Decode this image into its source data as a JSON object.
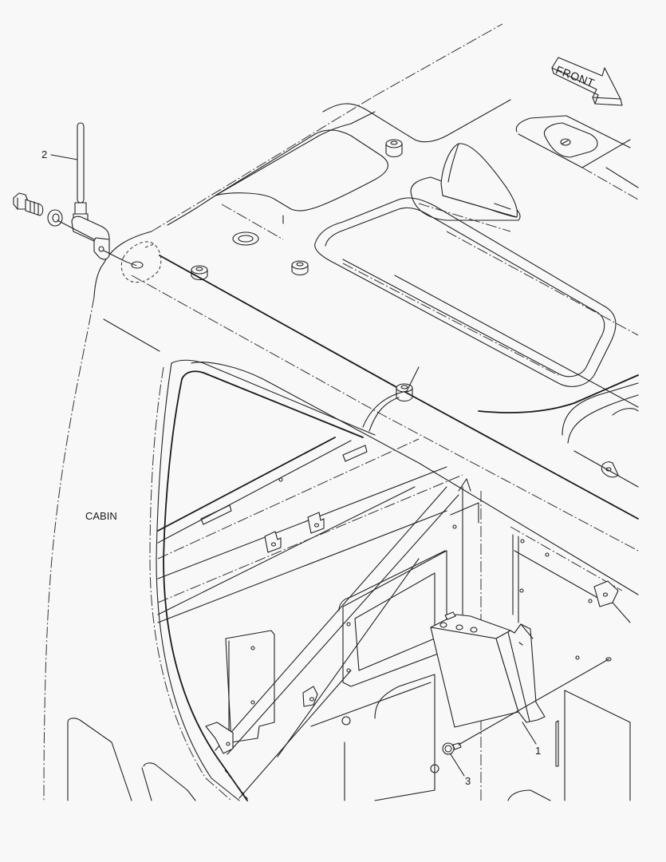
{
  "diagram": {
    "type": "exploded parts view",
    "subject": "Cabin roof - antenna and control box installation",
    "direction_indicator": {
      "label": "FRONT",
      "icon": "front-arrow-icon"
    },
    "assembly_label": "CABIN",
    "callouts": [
      {
        "number": "1",
        "part": "control box / bracket cover"
      },
      {
        "number": "2",
        "part": "antenna rod with mounting bracket"
      },
      {
        "number": "3",
        "part": "flange bolt"
      }
    ],
    "hardware_shown": [
      "hex bolt (antenna mount)",
      "washer (antenna mount)",
      "roof mounting bosses",
      "shark-fin antenna housing on roof"
    ]
  }
}
